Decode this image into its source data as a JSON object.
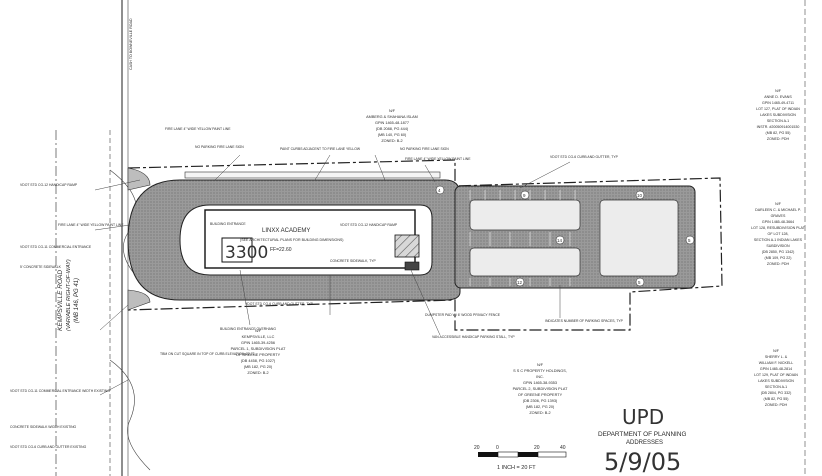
{
  "road": {
    "name": "KEMPSVILLE ROAD",
    "width": "(VARIABLE RIGHT-OF-WAY)",
    "ref": "(MB 146, PG 41)",
    "top_note": "CASH TO BOWNEVILLE ROAD"
  },
  "building": {
    "name": "LINXX ACADEMY",
    "note": "(SEE ARCHITECTURAL PLANS FOR BUILDING DIMENSIONS)",
    "ff": "FF=22.60",
    "stamp": "3300"
  },
  "parcels": {
    "north": [
      "N/F",
      "AMBERG & SHAHANA ISLAM",
      "GPIN 1465-48-1877",
      "(DB 2088, PG 444)",
      "(MB 140, PG 60)",
      "ZONED: B-2"
    ],
    "northeast": [
      "N/F",
      "ANNE D. EVANS",
      "GPIN 1465-49-4711",
      "LOT 127, PLAT OF INDIAN",
      "LAKES SUBDIVISION",
      "SECTION A-1",
      "INSTR. #20050914001530",
      "(MB 82, PG 55)",
      "ZONED: PDH"
    ],
    "east": [
      "N/F",
      "DARLEEN C. & MICHAEL P.",
      "GRAVES",
      "GPIN 1465-48-3664",
      "LOT 128, RESUBDIVISION PLAT",
      "OF LOT 128,",
      "SECTION A-1 INDIAN LAKES",
      "SUBDIVISION",
      "(DB 2850, PG 1342)",
      "(MB 109, PG 22)",
      "ZONED: PDH"
    ],
    "south_west": [
      "N/F",
      "KEMPSVILLE, LLC",
      "GPIN 1465-39-4256",
      "PARCEL 1, SUBDIVISION PLAT",
      "OF GREENE PROPERTY",
      "(DB 4458, PG 1027)",
      "(MB 182, PG 20)",
      "ZONED: B-2"
    ],
    "south": [
      "N/F",
      "S S C PROPERTY HOLDINGS,",
      "INC.",
      "GPIN 1465-38-9353",
      "PARCEL 2, SUBDIVISION PLAT",
      "OF GREENE PROPERTY",
      "(DB 2306, PG 1393)",
      "(MB 182, PG 20)",
      "ZONED: B-2"
    ],
    "southeast": [
      "N/F",
      "SHERRY L. &",
      "WILLIAM F. NICKELL",
      "GPIN 1465-48-2814",
      "LOT 129, PLAT OF INDIAN",
      "LAKES SUBDIVISION",
      "SECTION A-1",
      "(DB 2804, PG 332)",
      "(MB 82, PG 55)",
      "ZONED: PDH"
    ]
  },
  "callouts": [
    "VDOT STD CG-12 HANDICAP RAMP",
    "FIRE LANE 4\" WIDE YELLOW PAINT LINE",
    "VDOT STD CG-11 COMMERCIAL ENTRANCE",
    "5' CONCRETE SIDEWALK",
    "FIRE LANE 4\" WIDE YELLOW PAINT LINE",
    "NO PARKING FIRE LANE SIGN",
    "PAINT CURBS ADJACENT TO FIRE LANE YELLOW",
    "VDOT STD CG-6 CURB AND GUTTER, TYP",
    "NO PARKING FIRE LANE SIGN",
    "FIRE LANE 4\" WIDE YELLOW PAINT LINE",
    "BUILDING ENTRANCE",
    "VDOT STD CG-12 HANDICAP RAMP",
    "CONCRETE SIDEWALK, TYP",
    "INDICATES NUMBER OF PARKING SPACES, TYP",
    "DUMPSTER PAD W/ 6' WOOD PRIVACY FENCE",
    "VAN ACCESSIBLE HANDICAP PARKING STALL, TYP",
    "BUILDING ENTRANCE OVERHANG",
    "VDOT STD CG-6 CURB AND GUTTER, TYP",
    "VDOT STD CG-11 COMMERCIAL ENTRANCE WIDTH EXISTING",
    "CONCRETE SIDEWALK WIDTH EXISTING",
    "VDOT STD CG-6 CURB AND GUTTER EXISTING",
    "TBM ON CUT SQUARE IN TOP OF CURB ELEVATION=22.72"
  ],
  "space_counts": [
    "9",
    "14",
    "12",
    "10",
    "5",
    "5",
    "4"
  ],
  "scale": {
    "ticks": [
      "20",
      "0",
      "20",
      "40"
    ],
    "text": "1 INCH = 20  FT"
  },
  "stamp": {
    "agency": "UPD",
    "dept": "DEPARTMENT OF PLANNING",
    "sub": "ADDRESSES",
    "date": "5/9/05"
  }
}
